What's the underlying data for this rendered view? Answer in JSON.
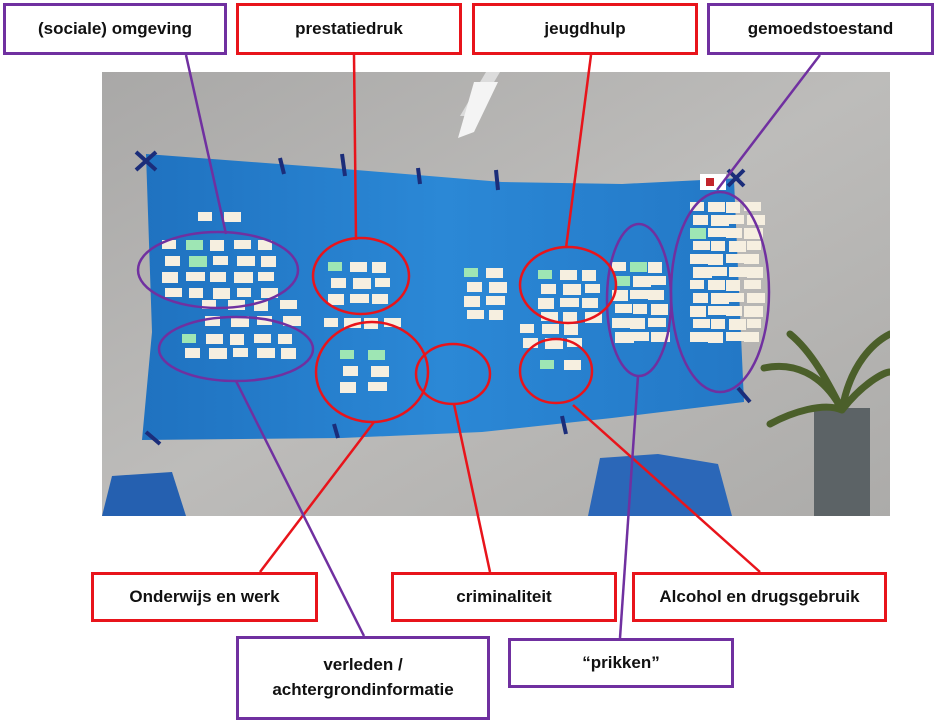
{
  "colors": {
    "red": "#e8141b",
    "purple": "#7030a0",
    "cloth": "#2a86d4",
    "wall": "#b9b8b6",
    "note_paper": "#f6efe0",
    "note_green": "#9ee6b4"
  },
  "labels": {
    "sociale_omgeving": "(sociale) omgeving",
    "prestatiedruk": "prestatiedruk",
    "jeugdhulp": "jeugdhulp",
    "gemoedstoestand": "gemoedstoestand",
    "onderwijs_en_werk": "Onderwijs en werk",
    "criminaliteit": "criminaliteit",
    "alcohol_en_drugsgebruik": "Alcohol en drugsgebruik",
    "verleden_line1": "verleden /",
    "verleden_line2": "achtergrondinformatie",
    "prikken": "“prikken”"
  },
  "photo": {
    "description_icon": "wall-photo",
    "ceiling_lamp_icon": "ceiling-lamp-icon",
    "plant_icon": "plant-icon",
    "chair_icon": "chair-icon"
  }
}
